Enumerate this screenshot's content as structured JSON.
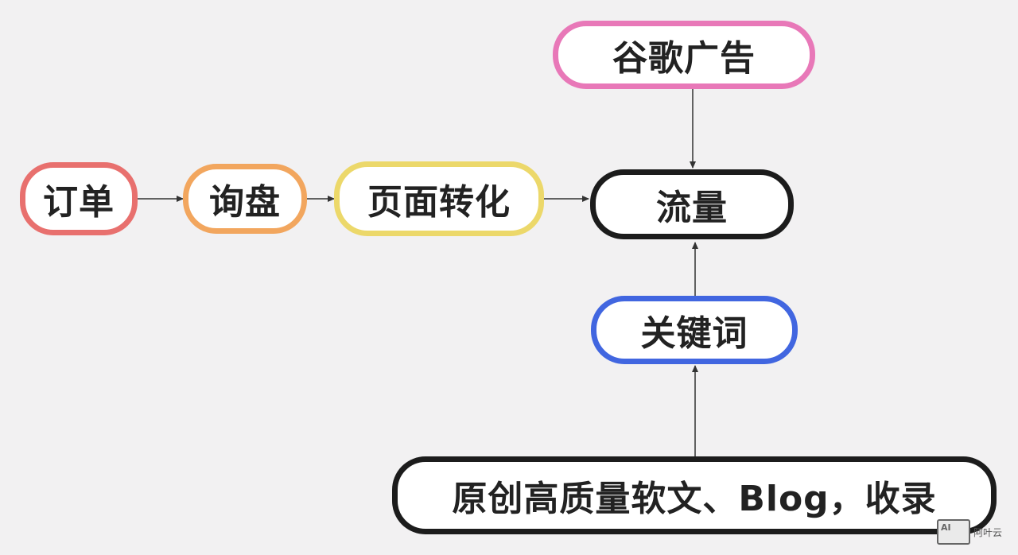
{
  "nodes": {
    "order": {
      "label": "订单",
      "color": "#e8706e"
    },
    "inquiry": {
      "label": "询盘",
      "color": "#f2a65e"
    },
    "conversion": {
      "label": "页面转化",
      "color": "#ecd86a"
    },
    "traffic": {
      "label": "流量",
      "color": "#1c1c1c"
    },
    "google_ads": {
      "label": "谷歌广告",
      "color": "#e878b8"
    },
    "keywords": {
      "label": "关键词",
      "color": "#4166e0"
    },
    "content": {
      "label": "原创高质量软文、Blog，收录",
      "color": "#1c1c1c"
    }
  },
  "watermark": {
    "logo_text": "AI",
    "label": "阿叶云"
  }
}
